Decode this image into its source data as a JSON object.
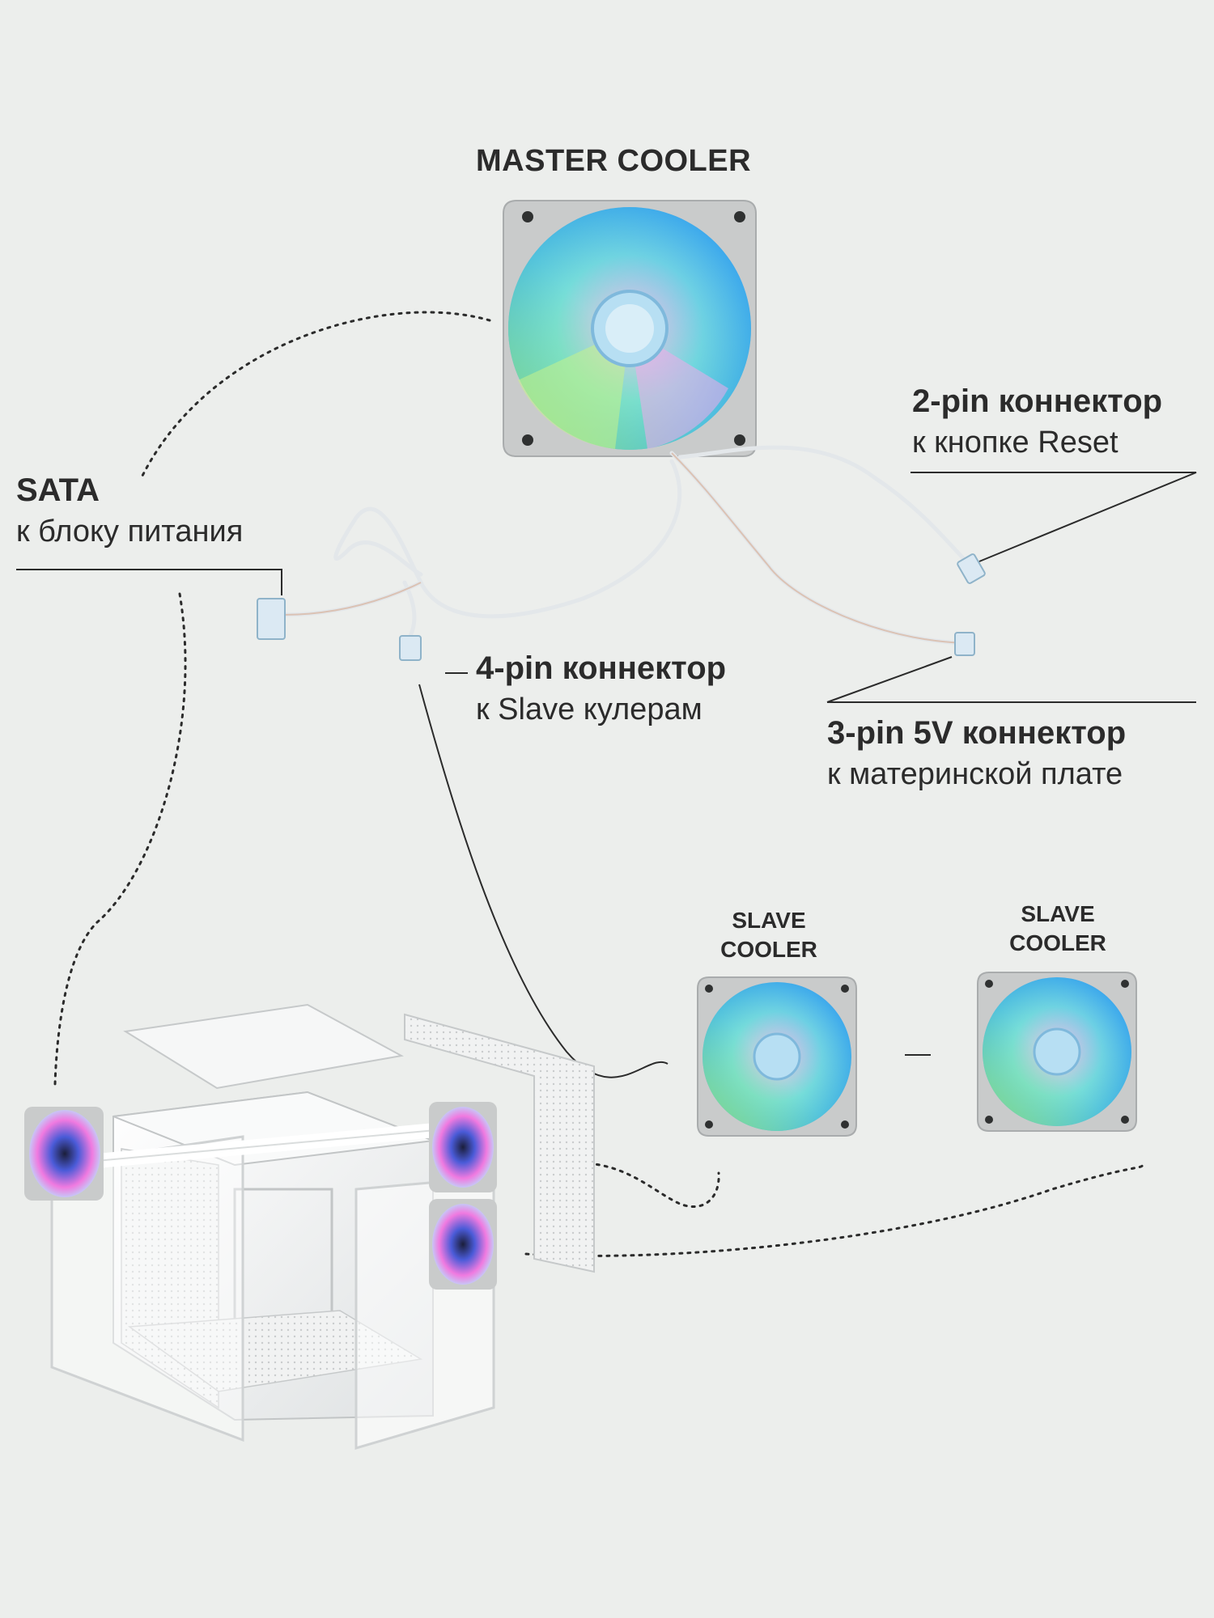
{
  "labels": {
    "master": "MASTER COOLER",
    "sata_title": "SATA",
    "sata_sub": "к блоку питания",
    "reset_title": "2-pin коннектор",
    "reset_sub": "к кнопке Reset",
    "slave_conn_title": "4-pin коннектор",
    "slave_conn_sub": "к Slave кулерам",
    "mb_title": "3-pin 5V коннектор",
    "mb_sub": "к материнской плате",
    "slave1_line1": "SLAVE",
    "slave1_line2": "COOLER",
    "slave2_line1": "SLAVE",
    "slave2_line2": "COOLER"
  },
  "colors": {
    "background": "#eceeec",
    "text": "#2b2b2b",
    "fan_frame": "#c9cbcb",
    "fan_blue": "#3fb6f0",
    "fan_green": "#7be28a",
    "fan_pink": "#e58ad8",
    "case_white": "#f4f5f5",
    "cable": "#e3e7ea"
  }
}
